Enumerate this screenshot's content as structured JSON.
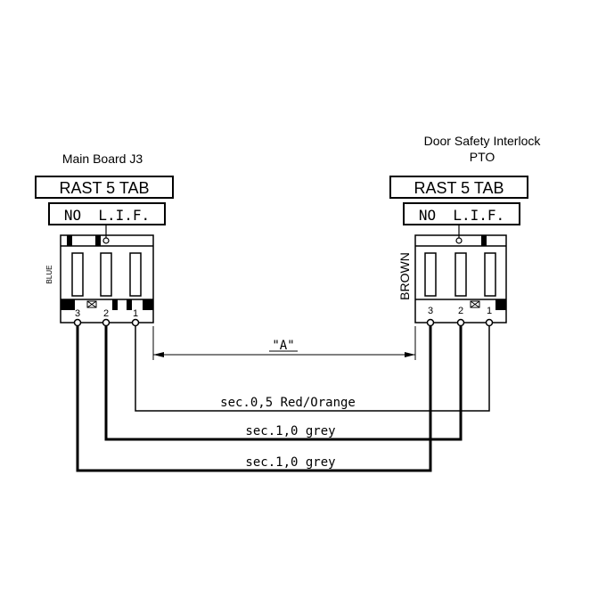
{
  "left": {
    "title": "Main Board J3",
    "header": "RAST 5 TAB",
    "subheader": "NO  L.I.F.",
    "color_label": "BLUE",
    "pins": [
      "3",
      "2",
      "1"
    ]
  },
  "right": {
    "title_line1": "Door Safety Interlock",
    "title_line2": "PTO",
    "header": "RAST 5 TAB",
    "subheader": "NO  L.I.F.",
    "color_label": "BROWN",
    "pins": [
      "3",
      "2",
      "1"
    ]
  },
  "dimension": {
    "label": "\"A\""
  },
  "wires": [
    {
      "label": "sec.0,5 Red/Orange"
    },
    {
      "label": "sec.1,0 grey"
    },
    {
      "label": "sec.1,0 grey"
    }
  ]
}
